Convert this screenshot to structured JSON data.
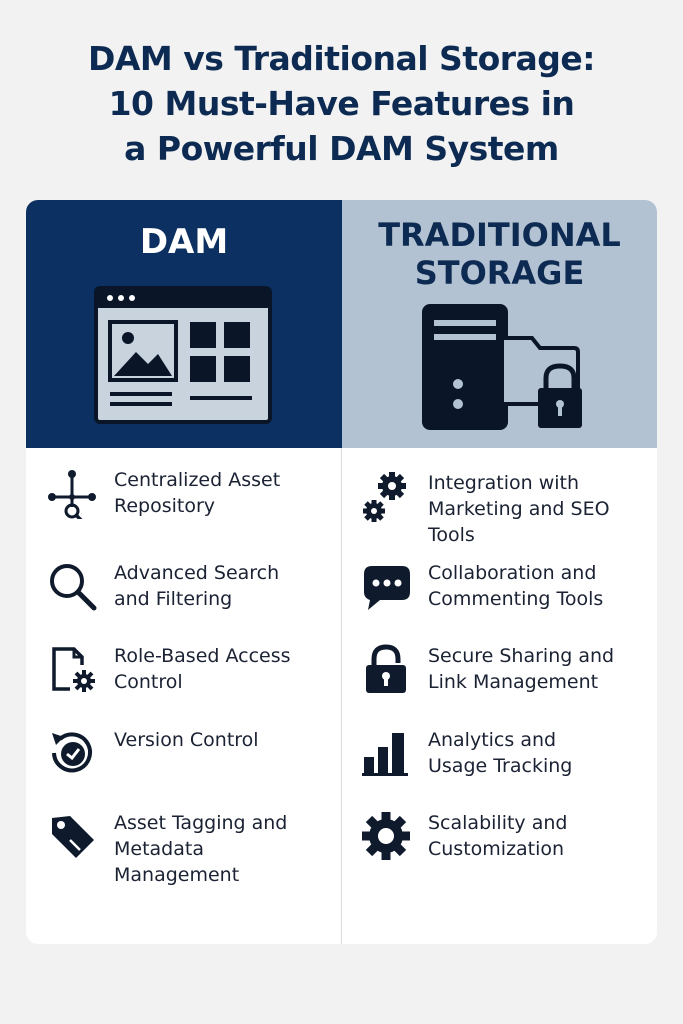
{
  "title": {
    "line1": "DAM vs Traditional Storage:",
    "line2": "10 Must-Have Features in",
    "line3": "a Powerful DAM System"
  },
  "columns": {
    "left": {
      "heading": "DAM"
    },
    "right": {
      "heading_line1": "TRADITIONAL",
      "heading_line2": "STORAGE"
    }
  },
  "features_left": [
    {
      "line1": "Centralized Asset",
      "line2": "Repository",
      "line3": "",
      "icon": "network-node-search-icon"
    },
    {
      "line1": "Advanced Search",
      "line2": "and Filtering",
      "line3": "",
      "icon": "magnifier-icon"
    },
    {
      "line1": "Role-Based Access",
      "line2": "Control",
      "line3": "",
      "icon": "document-gear-icon"
    },
    {
      "line1": "Version Control",
      "line2": "",
      "line3": "",
      "icon": "history-icon"
    },
    {
      "line1": "Asset Tagging and",
      "line2": "Metadata",
      "line3": "Management",
      "icon": "tag-icon"
    }
  ],
  "features_right": [
    {
      "line1": "Integration with",
      "line2": "Marketing and SEO",
      "line3": "Tools",
      "icon": "gears-icon"
    },
    {
      "line1": "Collaboration and",
      "line2": "Commenting Tools",
      "line3": "",
      "icon": "chat-bubble-icon"
    },
    {
      "line1": "Secure Sharing and",
      "line2": "Link Management",
      "line3": "",
      "icon": "padlock-icon"
    },
    {
      "line1": "Analytics and",
      "line2": "Usage Tracking",
      "line3": "",
      "icon": "bar-chart-icon"
    },
    {
      "line1": "Scalability and",
      "line2": "Customization",
      "line3": "",
      "icon": "gear-icon"
    }
  ],
  "colors": {
    "navy": "#0b3061",
    "light_blue_gray": "#b3c2d2",
    "icon_dark": "#0f1b2d",
    "background": "#f2f2f2"
  }
}
